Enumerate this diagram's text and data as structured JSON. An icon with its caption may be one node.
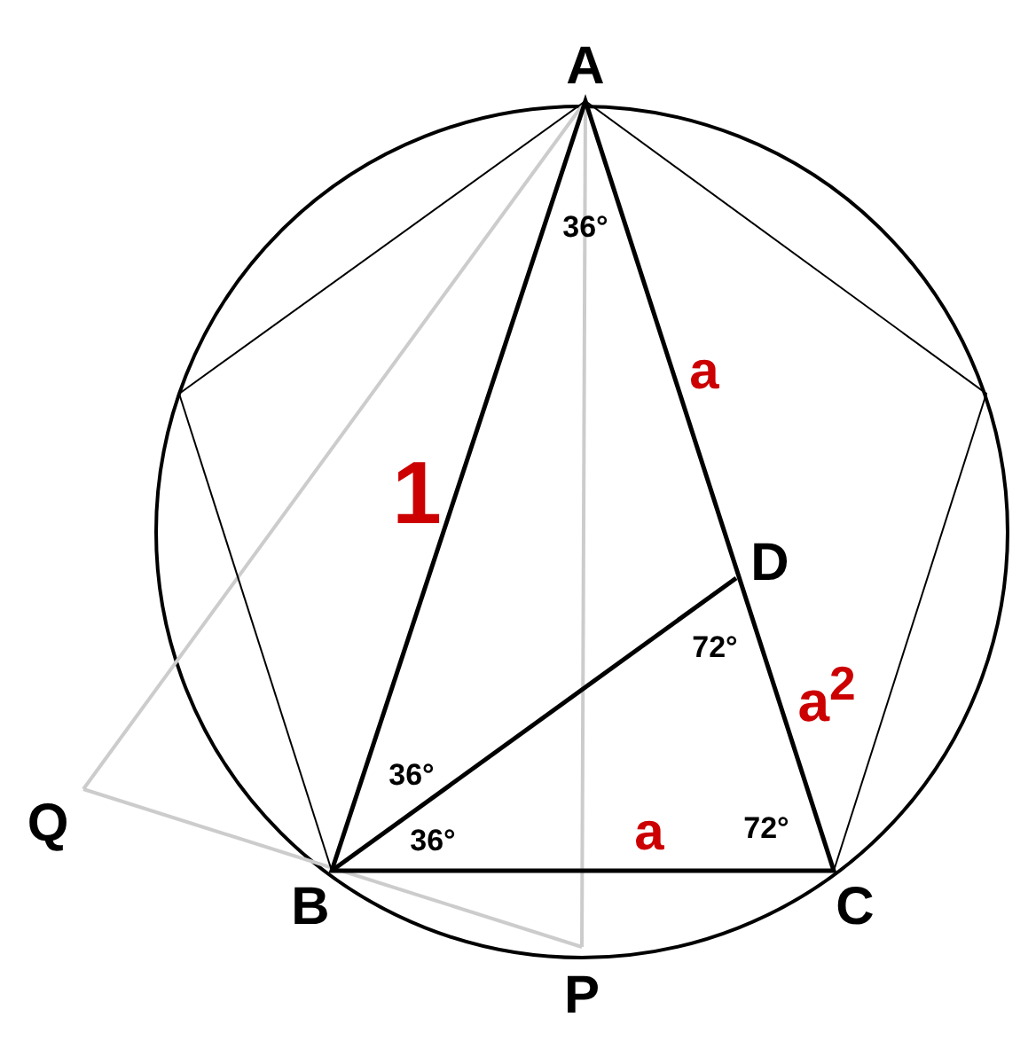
{
  "diagram": {
    "labels": [
      "A",
      "36°",
      "a",
      "1",
      "D",
      "72°",
      "a$^{2}$",
      "36°",
      "Q",
      "36°",
      "a",
      "72°",
      "B",
      "C",
      "P"
    ]
  }
}
